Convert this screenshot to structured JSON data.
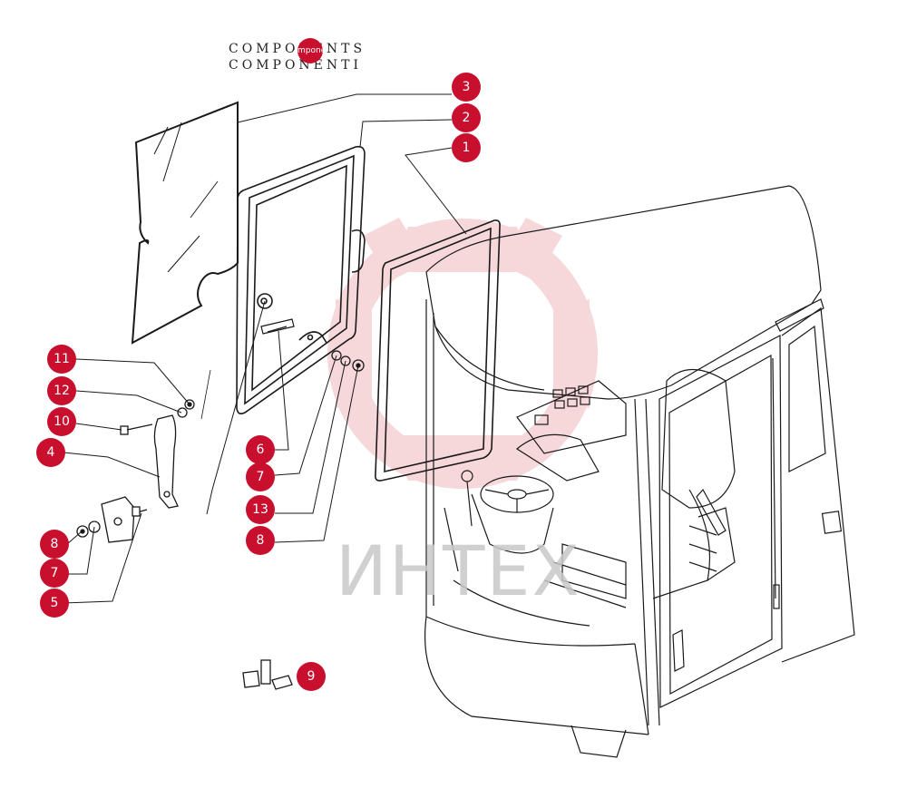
{
  "header": {
    "line1": "COMPONENTS",
    "line2": "COMPONENTI"
  },
  "header_overlay": {
    "text": "mponents"
  },
  "watermark": {
    "text": "ИНТЕХ",
    "color": "#c8c8c8",
    "gear_color": "#f6d3d6"
  },
  "colors": {
    "badge_fill": "#c8102e",
    "line": "#1a1a1a"
  },
  "callouts": [
    {
      "id": "3",
      "label": "3"
    },
    {
      "id": "2",
      "label": "2"
    },
    {
      "id": "1",
      "label": "1"
    },
    {
      "id": "11",
      "label": "11"
    },
    {
      "id": "12",
      "label": "12"
    },
    {
      "id": "10",
      "label": "10"
    },
    {
      "id": "4",
      "label": "4"
    },
    {
      "id": "6",
      "label": "6"
    },
    {
      "id": "7a",
      "label": "7"
    },
    {
      "id": "13",
      "label": "13"
    },
    {
      "id": "8a",
      "label": "8"
    },
    {
      "id": "8b",
      "label": "8"
    },
    {
      "id": "7b",
      "label": "7"
    },
    {
      "id": "5",
      "label": "5"
    },
    {
      "id": "9",
      "label": "9"
    }
  ]
}
